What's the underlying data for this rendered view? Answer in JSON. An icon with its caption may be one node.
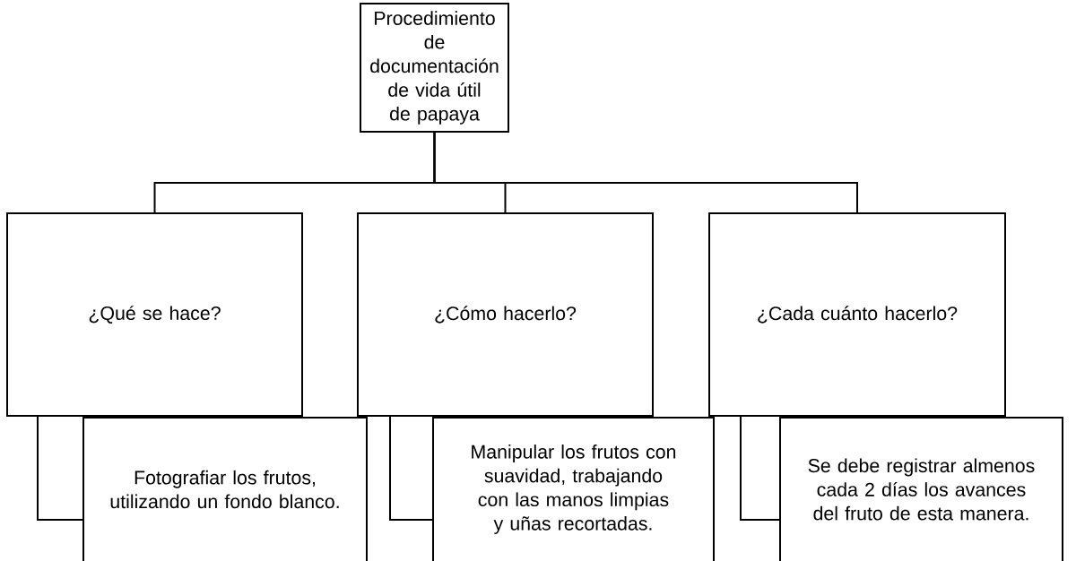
{
  "diagram": {
    "nodes": [
      {
        "text": [
          "Procedimiento de documentación de vida útil de papaya"
        ]
      },
      {
        "text": [
          "¿Qué se hace?"
        ]
      },
      {
        "text": [
          "¿Cómo hacerlo?"
        ]
      },
      {
        "text": [
          "¿Cada cuánto hacerlo?"
        ]
      },
      {
        "text": [
          "Fotografiar los frutos, utilizando un fondo blanco."
        ]
      },
      {
        "text": [
          "Manipular los frutos con suavidad, trabajando con las manos limpias y uñas recortadas."
        ]
      },
      {
        "text": [
          "Se debe registrar almenos cada 2 días los avances del fruto de esta manera."
        ]
      }
    ],
    "edges": [
      {
        "from": 0,
        "to": 1,
        "arrow": "none"
      },
      {
        "from": 0,
        "to": 2,
        "arrow": "none"
      },
      {
        "from": 0,
        "to": 3,
        "arrow": "none"
      },
      {
        "from": 1,
        "to": 4,
        "arrow": "none"
      },
      {
        "from": 2,
        "to": 5,
        "arrow": "none"
      },
      {
        "from": 3,
        "to": 6,
        "arrow": "none"
      }
    ]
  }
}
